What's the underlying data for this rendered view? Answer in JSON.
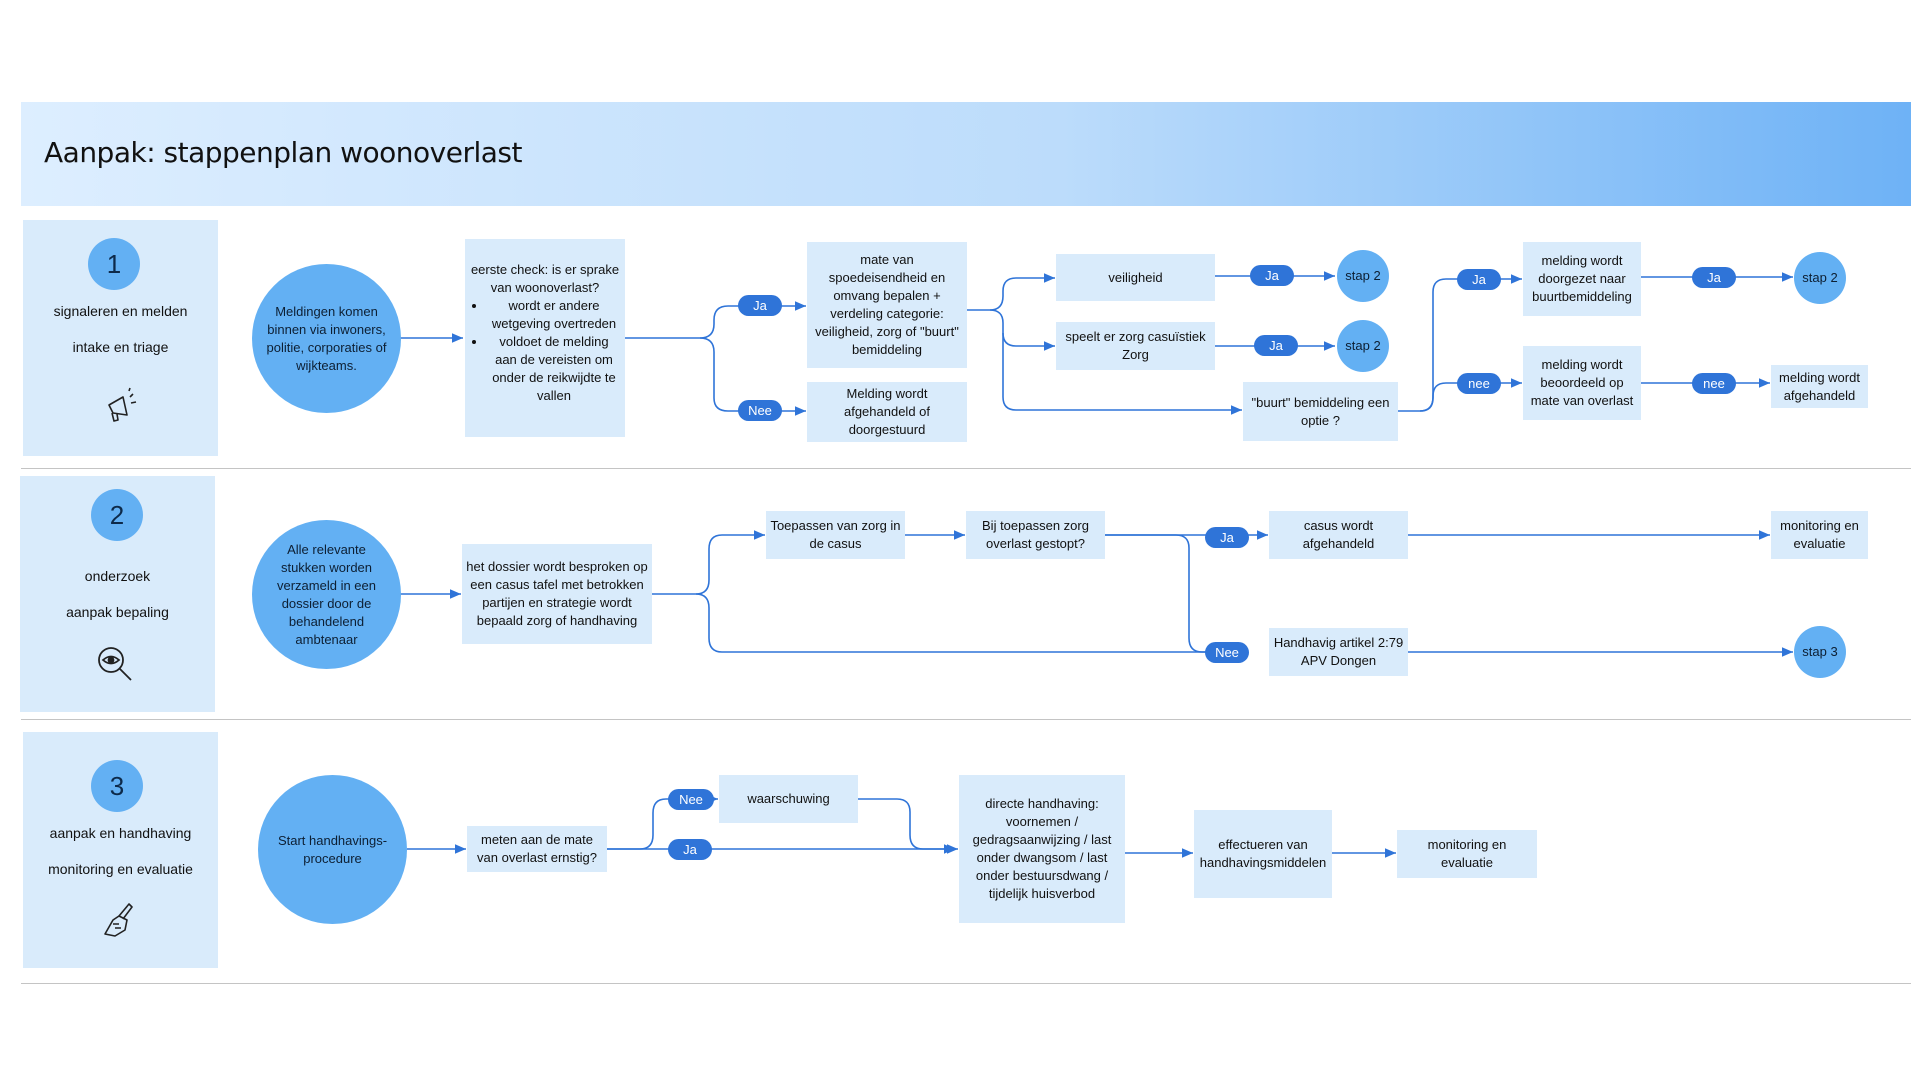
{
  "header": {
    "title": "Aanpak: stappenplan woonoverlast"
  },
  "colors": {
    "accent": "#63b0f3",
    "pill": "#2f74d8",
    "box": "#d9ebfb",
    "line": "#2f74d8"
  },
  "steps": [
    {
      "number": "1",
      "label1": "signaleren en melden",
      "label2": "intake en triage",
      "icon": "megaphone-icon"
    },
    {
      "number": "2",
      "label1": "onderzoek",
      "label2": "aanpak bepaling",
      "icon": "magnifier-eye-icon"
    },
    {
      "number": "3",
      "label1": "aanpak en handhaving",
      "label2": "monitoring en evaluatie",
      "icon": "hand-pen-icon"
    }
  ],
  "row1": {
    "start": "Meldingen komen binnen via inwoners, politie, corporaties of wijkteams.",
    "check_title": "eerste check: is er sprake van woonoverlast?",
    "check_bullet1": "wordt er andere wetgeving overtreden",
    "check_bullet2": "voldoet de melding aan de vereisten om onder de reikwijdte te vallen",
    "pill_ja1": "Ja",
    "pill_nee1": "Nee",
    "mate": "mate van spoedeisendheid en omvang bepalen + verdeling categorie: veiligheid, zorg of \"buurt\" bemiddeling",
    "afgehandeld": "Melding wordt afgehandeld of doorgestuurd",
    "veiligheid": "veiligheid",
    "zorg": "speelt er zorg casuïstiek Zorg",
    "buurt": "\"buurt\" bemiddeling een optie ?",
    "pill_ja2": "Ja",
    "pill_ja3": "Ja",
    "stap2a": "stap 2",
    "stap2b": "stap 2",
    "pill_ja4": "Ja",
    "pill_nee2": "nee",
    "doorgezet": "melding wordt doorgezet naar buurtbemiddeling",
    "beoordeeld": "melding wordt beoordeeld op mate van overlast",
    "pill_ja5": "Ja",
    "pill_nee3": "nee",
    "stap2c": "stap 2",
    "melding_afgehandeld": "melding wordt afgehandeld"
  },
  "row2": {
    "start": "Alle relevante stukken worden verzameld in een dossier door de behandelend ambtenaar",
    "dossier": "het dossier wordt besproken op een casus tafel met betrokken partijen en strategie wordt bepaald zorg of handhaving",
    "toepassen": "Toepassen van zorg in de casus",
    "gestopt": "Bij toepassen zorg overlast gestopt?",
    "pill_ja": "Ja",
    "pill_nee": "Nee",
    "casus": "casus wordt afgehandeld",
    "handhavig": "Handhavig artikel 2:79 APV Dongen",
    "monitoring": "monitoring en evaluatie",
    "stap3": "stap 3"
  },
  "row3": {
    "start": "Start handhavings-procedure",
    "meten": "meten aan de mate van overlast ernstig?",
    "pill_nee": "Nee",
    "pill_ja": "Ja",
    "waarschuwing": "waarschuwing",
    "directe": "directe handhaving: voornemen / gedragsaanwijzing / last onder dwangsom / last onder bestuursdwang / tijdelijk huisverbod",
    "effectueren": "effectueren van handhavingsmiddelen",
    "monitoring": "monitoring en evaluatie"
  }
}
